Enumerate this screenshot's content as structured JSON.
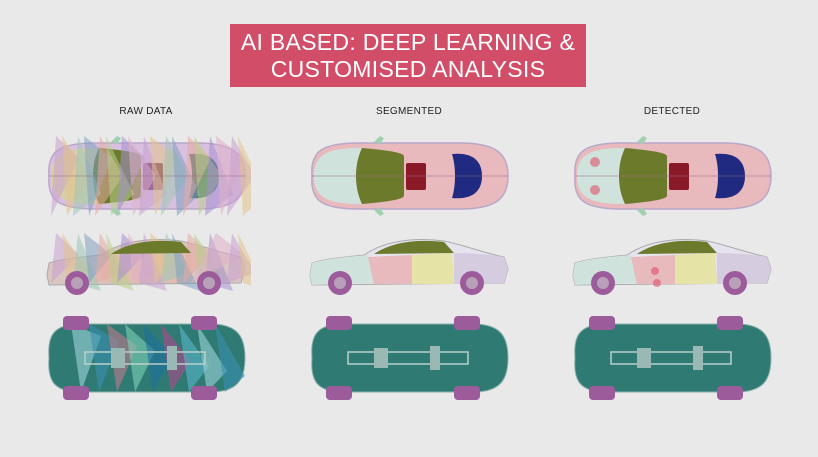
{
  "title": {
    "line1": "AI BASED: DEEP LEARNING &",
    "line2": "CUSTOMISED ANALYSIS"
  },
  "columns": [
    {
      "label": "RAW DATA",
      "mode": "raw"
    },
    {
      "label": "SEGMENTED",
      "mode": "segmented"
    },
    {
      "label": "DETECTED",
      "mode": "detected"
    }
  ],
  "colors": {
    "accent": "#d24e68",
    "background": "#e9e9e9",
    "underbody": "#2f7b73",
    "wheel": "#9c5c9c",
    "windshield": "#6c7a2c",
    "rear_window": "#1f2a80",
    "sunroof": "#8a1a28",
    "body_pink": "#e8b9bd",
    "hood_teal": "#cfe3dc",
    "door_yellow": "#e6e3a6",
    "detection": "#e0506a"
  }
}
